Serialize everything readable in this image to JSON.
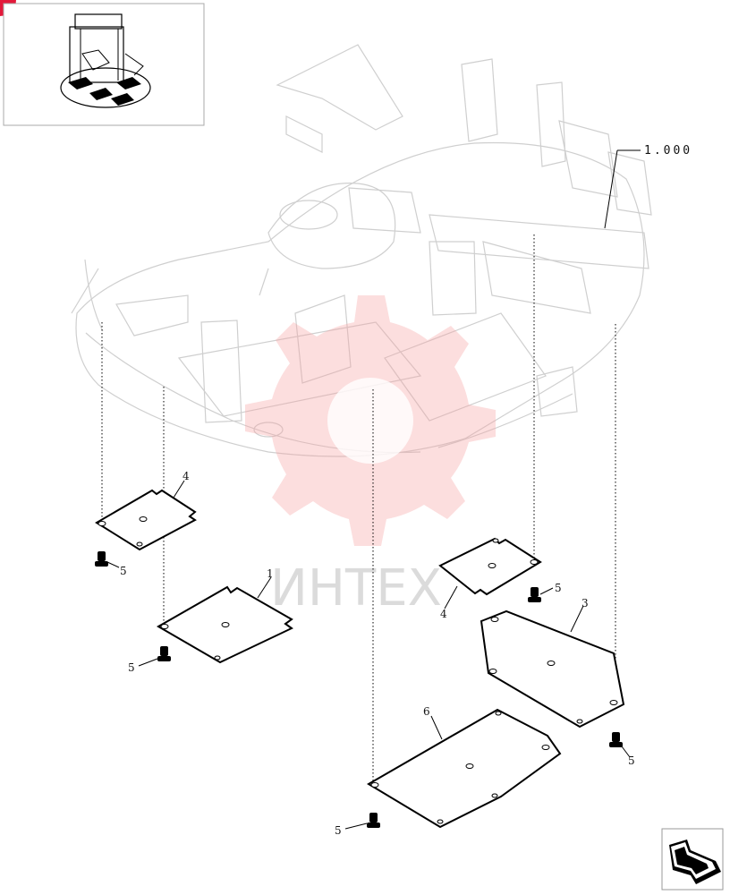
{
  "callouts": {
    "assembly": "1.000",
    "p1": "1",
    "p3": "3",
    "p4a": "4",
    "p4b": "4",
    "p5a": "5",
    "p5b": "5",
    "p5c": "5",
    "p5d": "5",
    "p5e": "5",
    "p6": "6"
  },
  "watermark": {
    "text": "ИНТЕХ",
    "color": "#f5a0a0"
  },
  "colors": {
    "line": "#000000",
    "ghost": "#cfcfcf",
    "corner_badge": "#e3193a"
  },
  "icons": {
    "thumbnail": "excavator-thumbnail-icon",
    "nav": "navigation-arrow-icon"
  }
}
